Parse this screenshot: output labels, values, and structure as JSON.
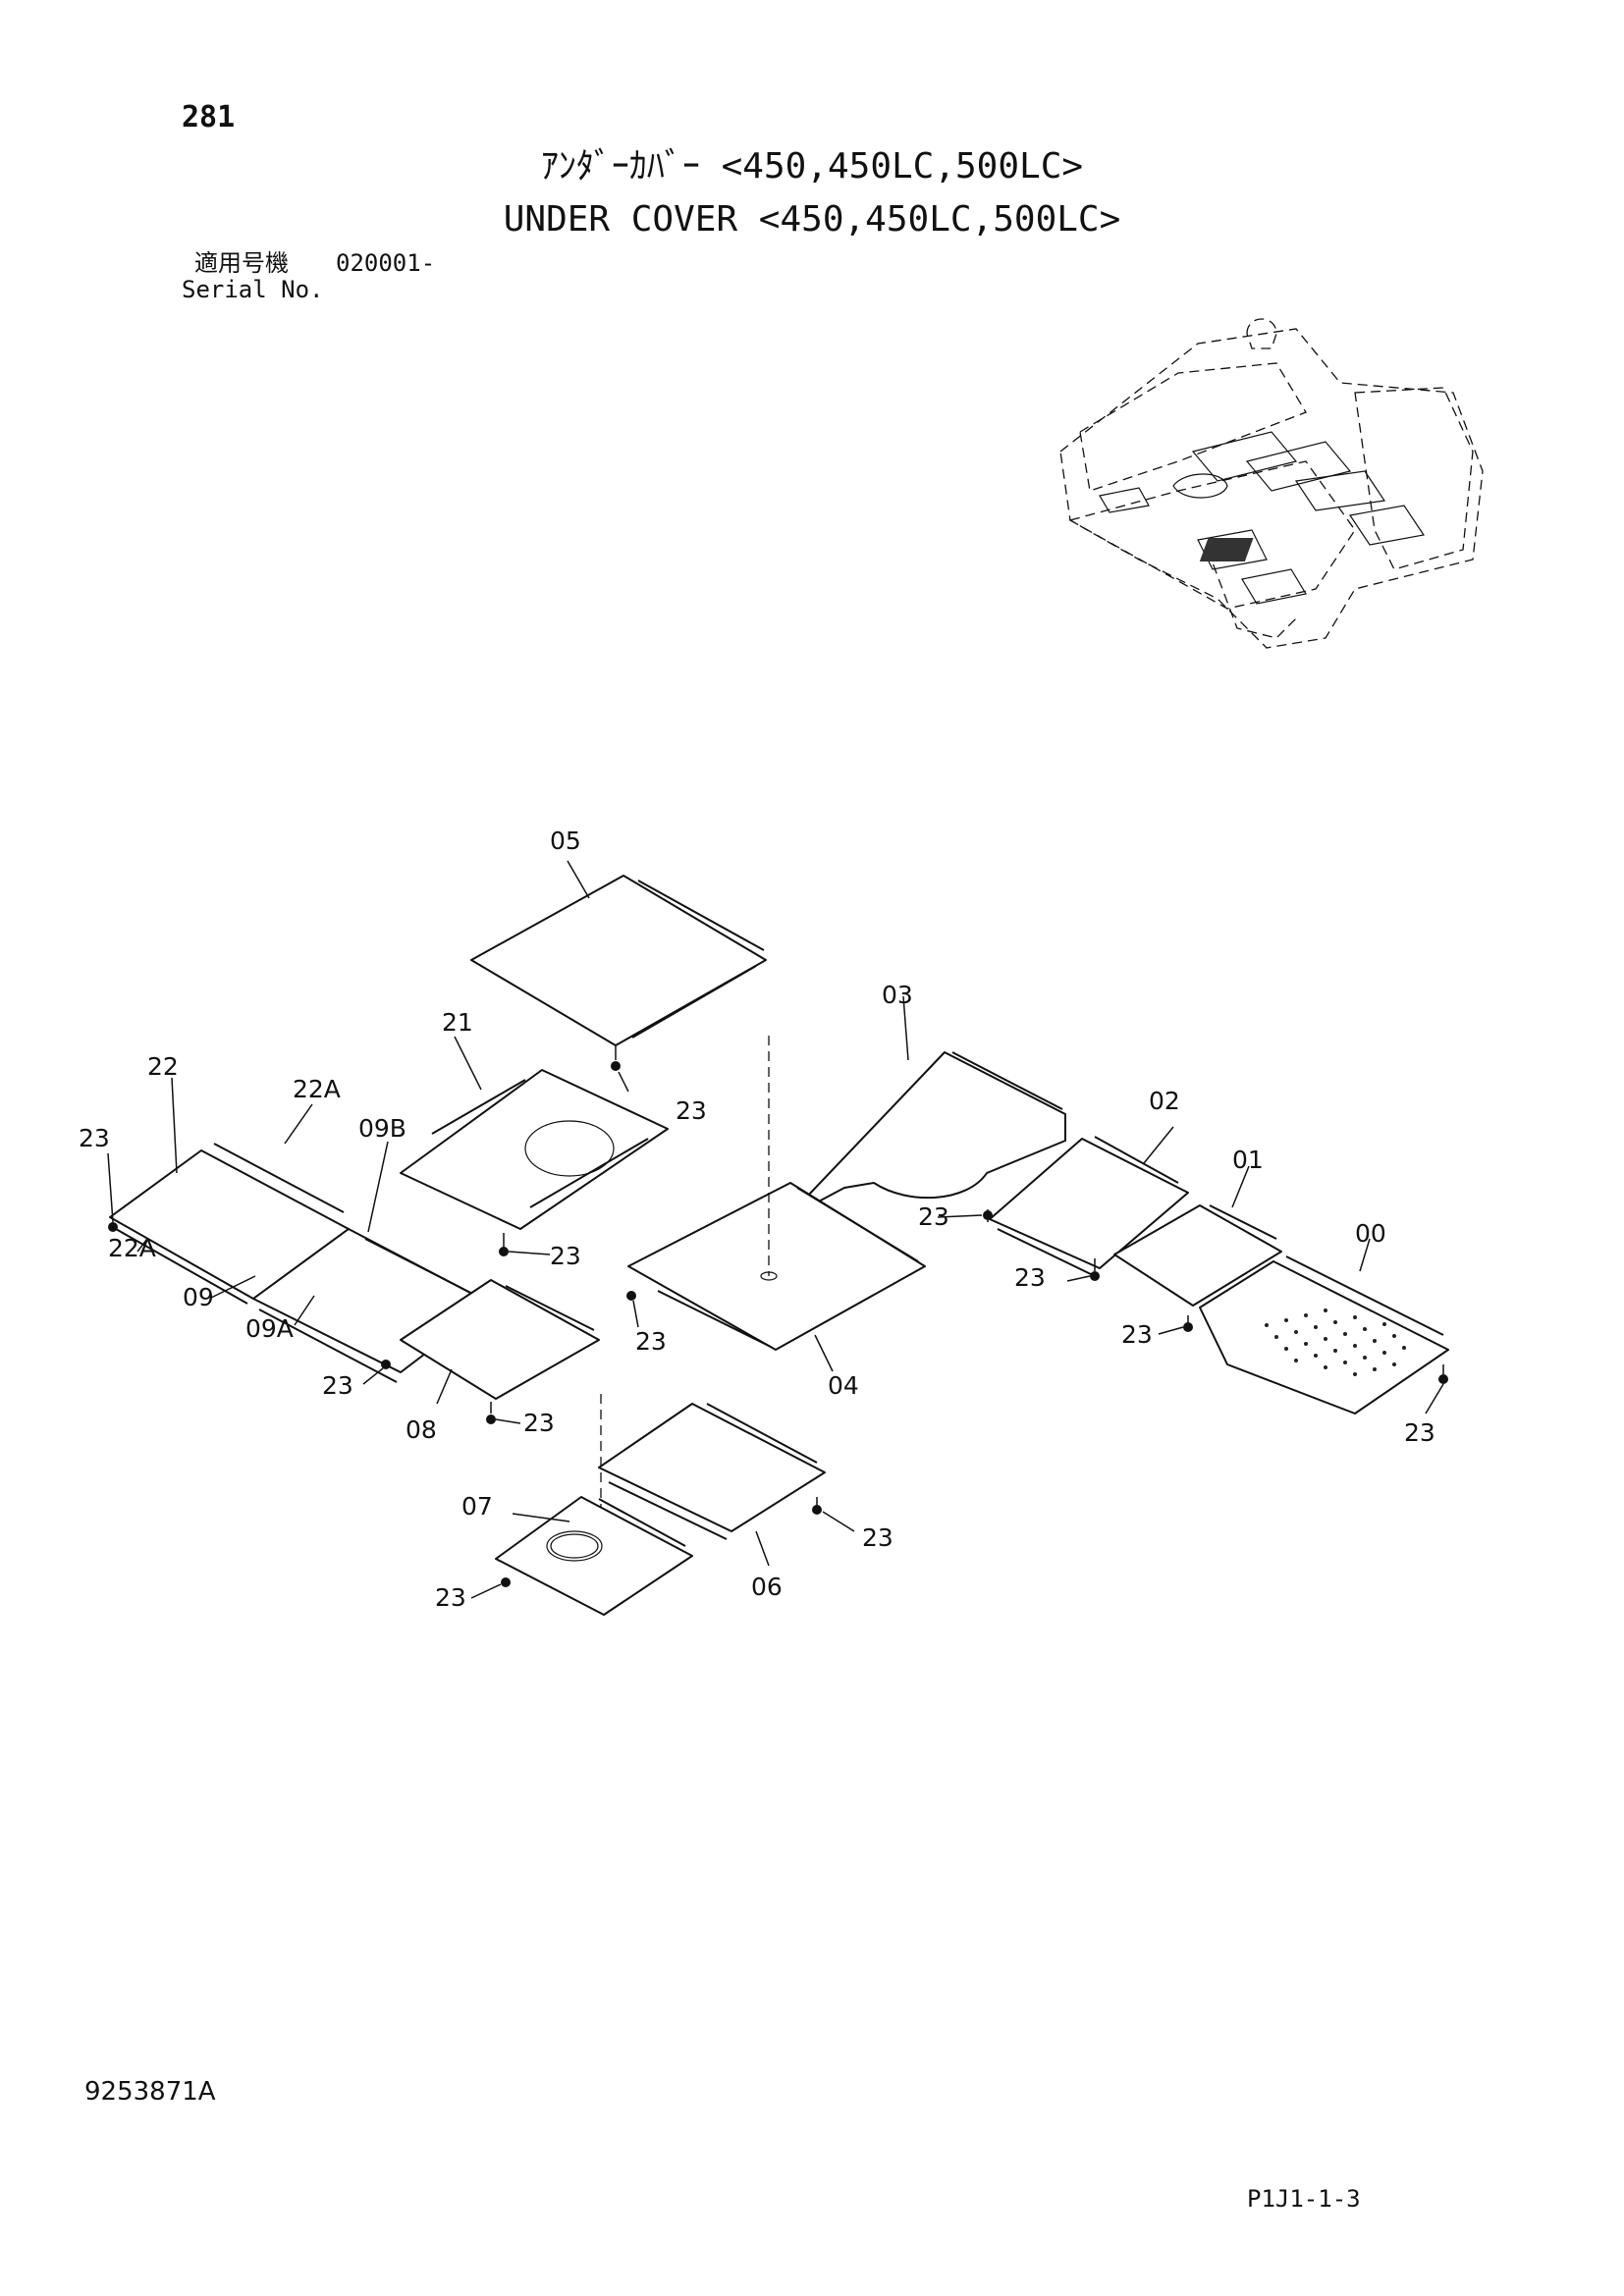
{
  "header": {
    "page_number": "281",
    "title_jp": "ｱﾝﾀﾞｰｶﾊﾞｰ <450,450LC,500LC>",
    "title_en": "UNDER COVER <450,450LC,500LC>",
    "serial_label_jp": "適用号機",
    "serial_value": "020001-",
    "serial_label_en": "Serial No."
  },
  "callouts": {
    "c00": "00",
    "c01": "01",
    "c02": "02",
    "c03": "03",
    "c04": "04",
    "c05": "05",
    "c06": "06",
    "c07": "07",
    "c08": "08",
    "c09": "09",
    "c09A": "09A",
    "c09B": "09B",
    "c21": "21",
    "c22": "22",
    "c22A_top": "22A",
    "c22A_bottom": "22A",
    "c23": "23"
  },
  "footer": {
    "doc_number": "9253871A",
    "page_code": "P1J1-1-3"
  }
}
